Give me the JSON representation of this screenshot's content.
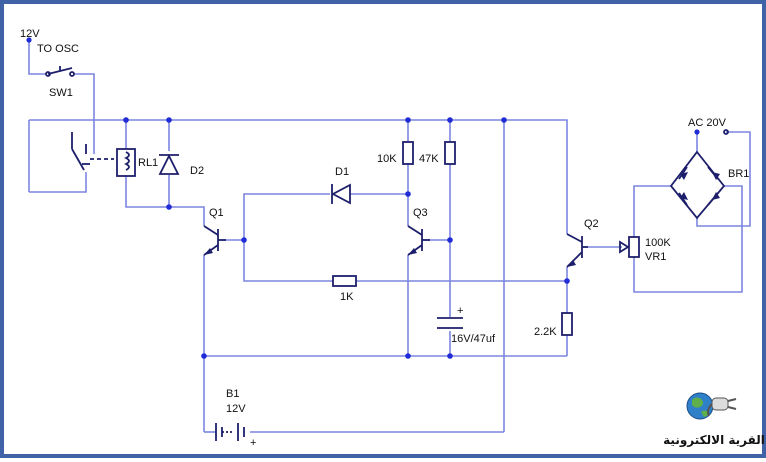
{
  "labels": {
    "supply_12v": "12V",
    "to_osc": "TO OSC",
    "sw1": "SW1",
    "rl1": "RL1",
    "d2": "D2",
    "q1": "Q1",
    "d1": "D1",
    "r10k": "10K",
    "r47k": "47K",
    "q3": "Q3",
    "r1k": "1K",
    "cap": "16V/47uf",
    "q2": "Q2",
    "r22k": "2.2K",
    "vr_value": "100K",
    "vr1": "VR1",
    "ac": "AC 20V",
    "br1": "BR1",
    "b1": "B1",
    "b1_v": "12V",
    "cap_plus": "+",
    "bat_plus": "+"
  },
  "logo": {
    "text": "القرية الالكترونية",
    "icon": "globe-plug-icon"
  },
  "colors": {
    "frame": "#3f63a6",
    "wire": "#7b86df",
    "component": "#1d1f6b",
    "junction": "#1f2cd8"
  }
}
